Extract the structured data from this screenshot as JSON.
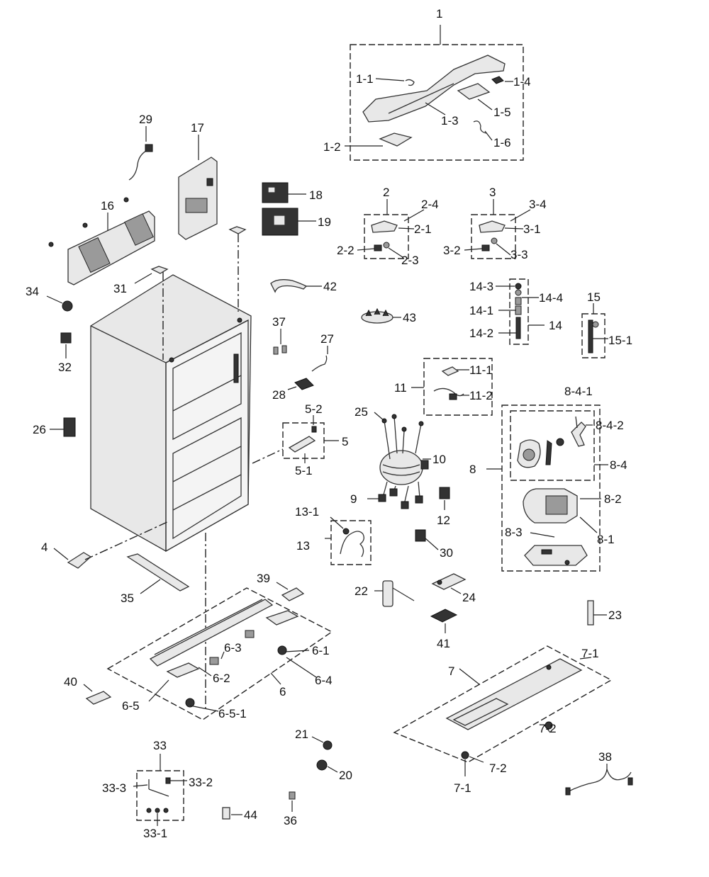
{
  "labels": {
    "l1": "1",
    "l1_1": "1-1",
    "l1_2": "1-2",
    "l1_3": "1-3",
    "l1_4": "1-4",
    "l1_5": "1-5",
    "l1_6": "1-6",
    "l2": "2",
    "l2_1": "2-1",
    "l2_2": "2-2",
    "l2_3": "2-3",
    "l2_4": "2-4",
    "l3": "3",
    "l3_1": "3-1",
    "l3_2": "3-2",
    "l3_3": "3-3",
    "l3_4": "3-4",
    "l4": "4",
    "l5": "5",
    "l5_1": "5-1",
    "l5_2": "5-2",
    "l6": "6",
    "l6_1": "6-1",
    "l6_2": "6-2",
    "l6_3": "6-3",
    "l6_4": "6-4",
    "l6_5": "6-5",
    "l6_5_1": "6-5-1",
    "l7": "7",
    "l7_1a": "7-1",
    "l7_1b": "7-1",
    "l7_2a": "7-2",
    "l7_2b": "7-2",
    "l8": "8",
    "l8_1": "8-1",
    "l8_2": "8-2",
    "l8_3": "8-3",
    "l8_4": "8-4",
    "l8_4_1": "8-4-1",
    "l8_4_2": "8-4-2",
    "l9": "9",
    "l10": "10",
    "l11": "11",
    "l11_1": "11-1",
    "l11_2": "11-2",
    "l12": "12",
    "l13": "13",
    "l13_1": "13-1",
    "l14": "14",
    "l14_1": "14-1",
    "l14_2": "14-2",
    "l14_3": "14-3",
    "l14_4": "14-4",
    "l15": "15",
    "l15_1": "15-1",
    "l16": "16",
    "l17": "17",
    "l18": "18",
    "l19": "19",
    "l20": "20",
    "l21": "21",
    "l22": "22",
    "l23": "23",
    "l24": "24",
    "l25": "25",
    "l26": "26",
    "l27": "27",
    "l28": "28",
    "l29": "29",
    "l30": "30",
    "l31": "31",
    "l32": "32",
    "l33": "33",
    "l33_1": "33-1",
    "l33_2": "33-2",
    "l33_3": "33-3",
    "l34": "34",
    "l35": "35",
    "l36": "36",
    "l37": "37",
    "l38": "38",
    "l39": "39",
    "l40": "40",
    "l41": "41",
    "l42": "42",
    "l43": "43",
    "l44": "44"
  }
}
